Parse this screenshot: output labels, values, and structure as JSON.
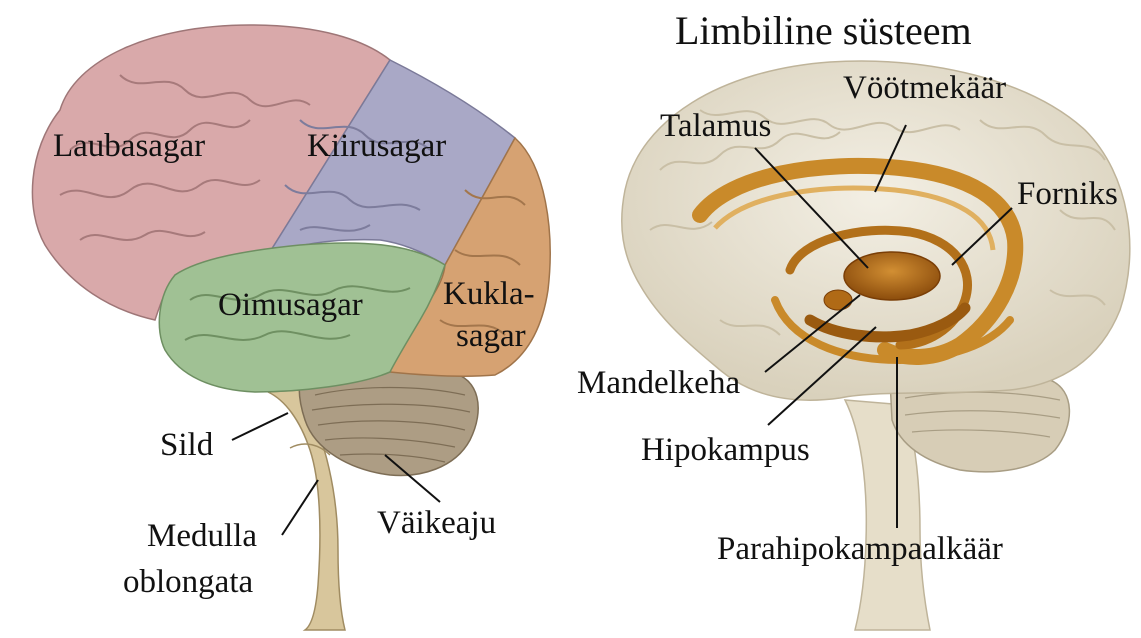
{
  "left_diagram": {
    "lobes": {
      "frontal": "Laubasagar",
      "parietal": "Kiirusagar",
      "temporal": "Oimusagar",
      "occipital_line1": "Kukla-",
      "occipital_line2": "sagar"
    },
    "brainstem": {
      "pons": "Sild",
      "medulla_line1": "Medulla",
      "medulla_line2": "oblongata",
      "cerebellum": "Väikeaju"
    },
    "colors": {
      "frontal": "#d8a7a9",
      "parietal": "#a7a6c6",
      "temporal": "#9fbf93",
      "occipital": "#d4a070",
      "cerebellum": "#a8987f",
      "brainstem": "#d6c49a"
    }
  },
  "right_diagram": {
    "title": "Limbiline süsteem",
    "labels": {
      "thalamus": "Talamus",
      "cingulate": "Vöötmekäär",
      "fornix": "Forniks",
      "amygdala": "Mandelkeha",
      "hippocampus": "Hipokampus",
      "parahippocampal": "Parahipokampaalkäär"
    },
    "colors": {
      "brain": "#ece6d6",
      "limbic": "#c98a2a",
      "limbic_dark": "#9a5a10"
    }
  }
}
